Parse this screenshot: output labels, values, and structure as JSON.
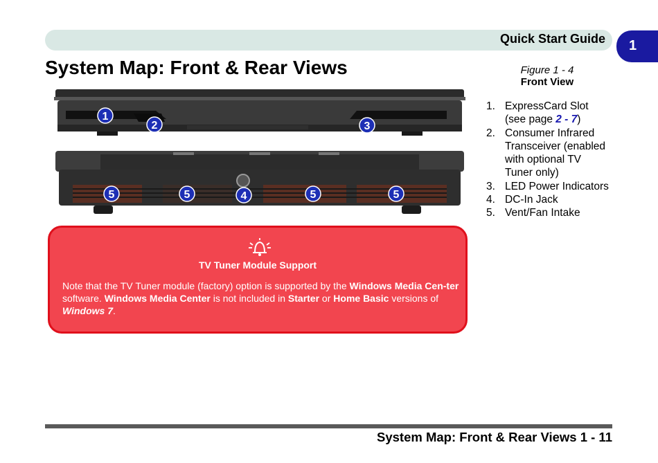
{
  "header": {
    "title": "Quick Start Guide",
    "chapter": "1"
  },
  "page_title": "System Map: Front & Rear Views",
  "figure": {
    "caption": "Figure 1 - 4",
    "name": "Front View",
    "items": [
      {
        "num": "1.",
        "label": "ExpressCard Slot",
        "ref_prefix": "(see page ",
        "ref": "2 - 7",
        "ref_suffix": ")"
      },
      {
        "num": "2.",
        "label": "Consumer Infrared Transceiver (enabled with optional TV Tuner only)"
      },
      {
        "num": "3.",
        "label": "LED Power Indicators"
      },
      {
        "num": "4.",
        "label": "DC-In Jack"
      },
      {
        "num": "5.",
        "label": "Vent/Fan Intake"
      }
    ]
  },
  "callouts": {
    "front": [
      "1",
      "2",
      "3"
    ],
    "rear": [
      "5",
      "5",
      "4",
      "5",
      "5"
    ]
  },
  "note": {
    "icon": "bell-alarm-icon",
    "title": "TV Tuner Module Support",
    "t1": "Note that the TV Tuner module (factory) option is supported by the ",
    "b1": "Windows Media Cen-ter",
    "t2": " software. ",
    "b2": "Windows Media Center",
    "t3": " is not included in ",
    "b3": "Starter",
    "t4": " or ",
    "b4": "Home Basic",
    "t5": " versions of ",
    "bi1": "Windows 7",
    "t6": "."
  },
  "footer": {
    "title": "System Map: Front & Rear Views 1 - 11"
  },
  "colors": {
    "callout_blue": "#1d2fb5",
    "note_red": "#f2454f",
    "chapter_tab": "#1a1aa0"
  }
}
